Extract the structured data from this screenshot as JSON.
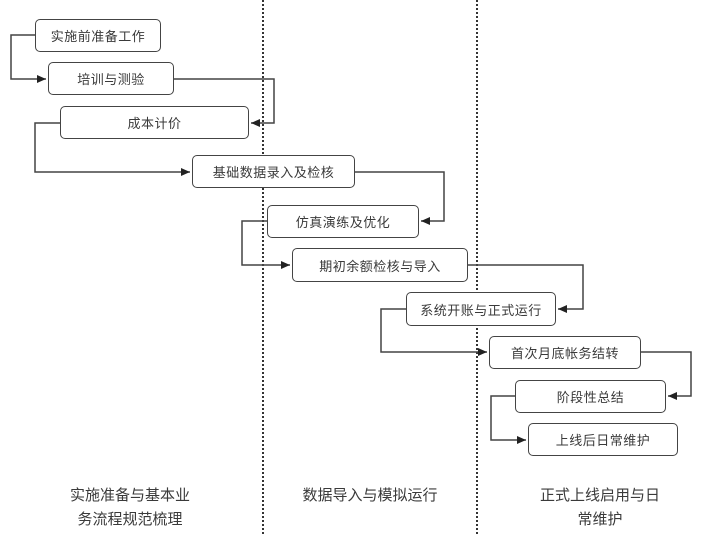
{
  "diagram": {
    "type": "flowchart",
    "steps": [
      {
        "id": 1,
        "label": "实施前准备工作",
        "phase": 0
      },
      {
        "id": 2,
        "label": "培训与测验",
        "phase": 0
      },
      {
        "id": 3,
        "label": "成本计价",
        "phase": 0
      },
      {
        "id": 4,
        "label": "基础数据录入及检核",
        "phase": 0
      },
      {
        "id": 5,
        "label": "仿真演练及优化",
        "phase": 1
      },
      {
        "id": 6,
        "label": "期初余额检核与导入",
        "phase": 1
      },
      {
        "id": 7,
        "label": "系统开账与正式运行",
        "phase": 1
      },
      {
        "id": 8,
        "label": "首次月底帐务结转",
        "phase": 2
      },
      {
        "id": 9,
        "label": "阶段性总结",
        "phase": 2
      },
      {
        "id": 10,
        "label": "上线后日常维护",
        "phase": 2
      }
    ],
    "phases": [
      {
        "label_line1": "实施准备与基本业",
        "label_line2": "务流程规范梳理"
      },
      {
        "label_line1": "数据导入与模拟运行",
        "label_line2": ""
      },
      {
        "label_line1": "正式上线启用与日",
        "label_line2": "常维护"
      }
    ],
    "connections": [
      {
        "from": 1,
        "to": 2
      },
      {
        "from": 2,
        "to": 3
      },
      {
        "from": 3,
        "to": 4
      },
      {
        "from": 4,
        "to": 5
      },
      {
        "from": 5,
        "to": 6
      },
      {
        "from": 6,
        "to": 7
      },
      {
        "from": 7,
        "to": 8
      },
      {
        "from": 8,
        "to": 9
      },
      {
        "from": 9,
        "to": 10
      }
    ],
    "colors": {
      "line": "#444444",
      "text": "#3a3a3a",
      "background": "#ffffff"
    }
  }
}
